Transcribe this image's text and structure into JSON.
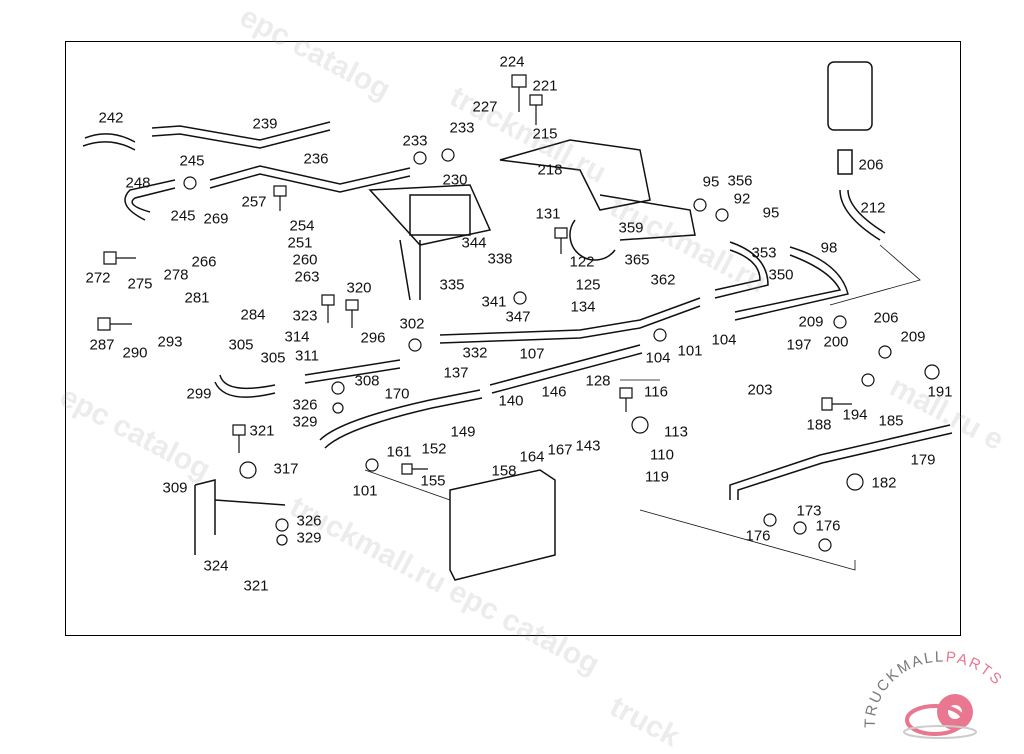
{
  "diagram": {
    "part_labels": [
      "242",
      "239",
      "224",
      "221",
      "227",
      "233",
      "233",
      "215",
      "236",
      "218",
      "230",
      "245",
      "248",
      "257",
      "206",
      "95",
      "356",
      "92",
      "95",
      "212",
      "131",
      "269",
      "245",
      "254",
      "251",
      "344",
      "359",
      "338",
      "122",
      "365",
      "353",
      "98",
      "272",
      "275",
      "278",
      "266",
      "260",
      "263",
      "335",
      "125",
      "362",
      "350",
      "320",
      "281",
      "284",
      "341",
      "347",
      "134",
      "323",
      "296",
      "302",
      "314",
      "206",
      "209",
      "209",
      "287",
      "290",
      "293",
      "305",
      "311",
      "305",
      "332",
      "107",
      "104",
      "101",
      "104",
      "197",
      "200",
      "308",
      "137",
      "128",
      "116",
      "146",
      "203",
      "299",
      "170",
      "140",
      "326",
      "329",
      "191",
      "194",
      "188",
      "185",
      "321",
      "149",
      "167",
      "143",
      "113",
      "152",
      "164",
      "110",
      "161",
      "317",
      "158",
      "155",
      "119",
      "179",
      "182",
      "309",
      "101",
      "173",
      "176",
      "176",
      "326",
      "329",
      "324",
      "321"
    ]
  },
  "watermarks": [
    "epc catalog",
    "truckmall.ru",
    "epc catalog",
    "truckmall.ru epc catalog",
    "truckmall.ru",
    "mall.ru e",
    "truck"
  ],
  "logo": {
    "text_left": "TRUCKMALL",
    "text_right": "PARTS",
    "colors": {
      "gray": "#7a7a7a",
      "pink": "#e8778f"
    }
  }
}
